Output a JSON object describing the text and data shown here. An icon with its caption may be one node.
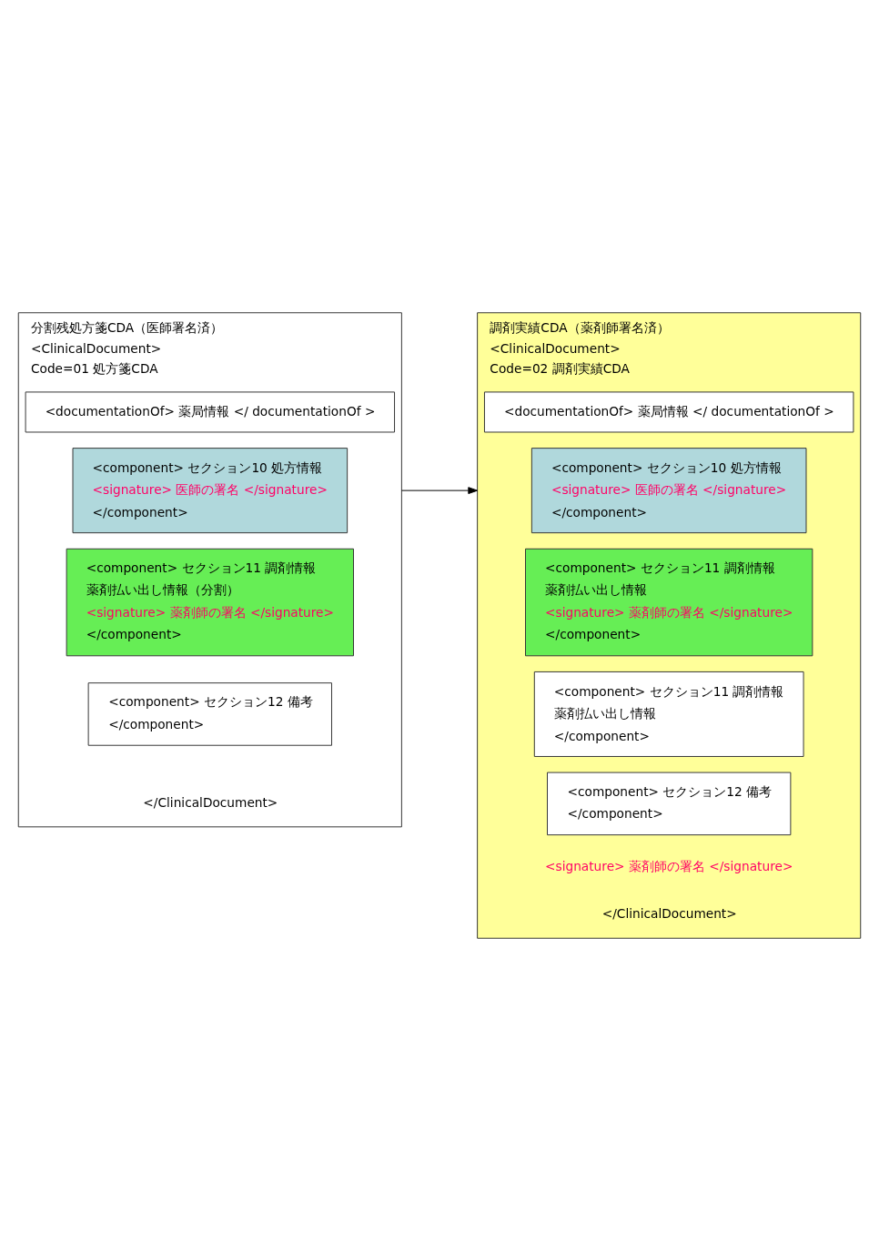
{
  "diagram": {
    "nodes": [
      {
        "text": [
          "分割残処方箋CDA（医師署名済）",
          "<ClinicalDocument>",
          "Code=01 処方箋CDA",
          "</ClinicalDocument>"
        ]
      },
      {
        "text": [
          "<documentationOf> 薬局情報 </ documentationOf >"
        ],
        "in": 0
      },
      {
        "text": [
          "<component> セクション10 処方情報",
          "<signature> 医師の署名 </signature>",
          "</component>"
        ],
        "in": 0
      },
      {
        "text": [
          "<component> セクション11 調剤情報",
          "薬剤払い出し情報（分割）",
          "<signature> 薬剤師の署名 </signature>",
          "</component>"
        ],
        "in": 0
      },
      {
        "text": [
          "<component> セクション12 備考",
          "</component>"
        ],
        "in": 0
      },
      {
        "text": [
          "調剤実績CDA（薬剤師署名済）",
          "<ClinicalDocument>",
          "Code=02 調剤実績CDA",
          "<signature> 薬剤師の署名 </signature>",
          "</ClinicalDocument>"
        ]
      },
      {
        "text": [
          "<documentationOf> 薬局情報 </ documentationOf >"
        ],
        "in": 5
      },
      {
        "text": [
          "<component> セクション10 処方情報",
          "<signature> 医師の署名 </signature>",
          "</component>"
        ],
        "in": 5
      },
      {
        "text": [
          "<component> セクション11 調剤情報",
          "薬剤払い出し情報",
          "<signature> 薬剤師の署名 </signature>",
          "</component>"
        ],
        "in": 5
      },
      {
        "text": [
          "<component> セクション11 調剤情報",
          "薬剤払い出し情報",
          "</component>"
        ],
        "in": 5
      },
      {
        "text": [
          "<component> セクション12 備考",
          "</component>"
        ],
        "in": 5
      }
    ],
    "edges": [
      {
        "from": 0,
        "to": 5,
        "arrow": "to"
      }
    ]
  }
}
